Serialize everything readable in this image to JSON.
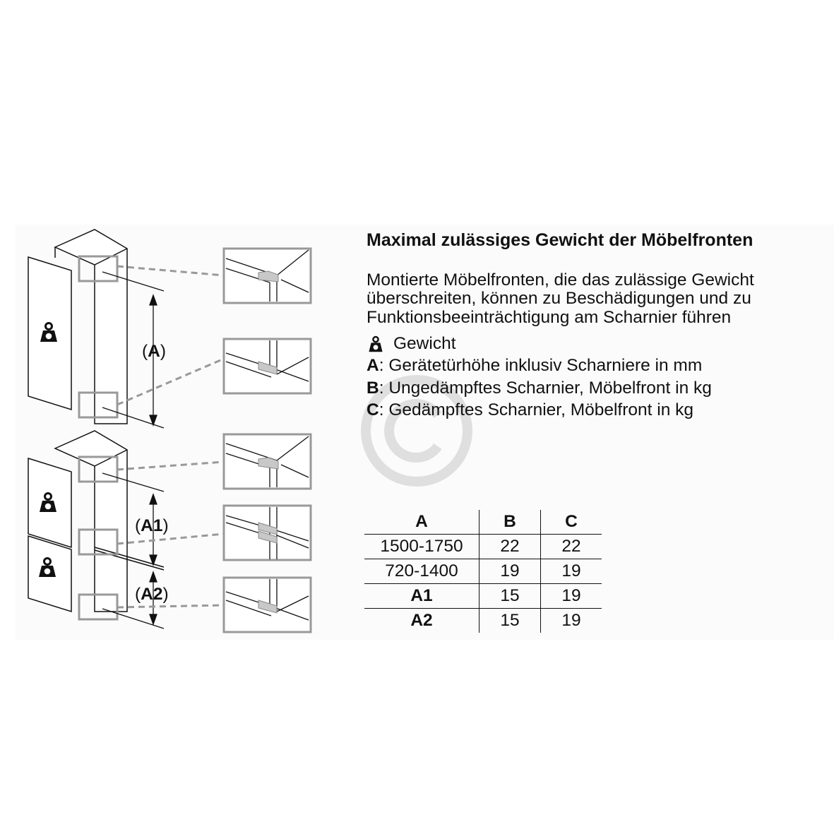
{
  "title": "Maximal zulässiges Gewicht der Möbelfronten",
  "description": [
    "Montierte Möbelfronten, die das zulässige Gewicht",
    "überschreiten, können zu Beschädigungen und zu",
    "Funktionsbeeinträchtigung am Scharnier führen"
  ],
  "legend": {
    "weight": "Gewicht",
    "a_key": "A",
    "a_text": ": Gerätetürhöhe inklusiv Scharniere in mm",
    "b_key": "B",
    "b_text": ": Ungedämpftes Scharnier, Möbelfront in kg",
    "c_key": "C",
    "c_text": ": Gedämpftes Scharnier, Möbelfront in kg"
  },
  "diagram": {
    "dim_a_open": "(",
    "dim_a": "A",
    "dim_a_close": ")",
    "dim_a1_open": "(",
    "dim_a1": "A1",
    "dim_a1_close": ")",
    "dim_a2_open": "(",
    "dim_a2": "A2",
    "dim_a2_close": ")"
  },
  "table": {
    "headers": [
      "A",
      "B",
      "C"
    ],
    "rows": [
      [
        "1500-1750",
        "22",
        "22"
      ],
      [
        "720-1400",
        "19",
        "19"
      ],
      [
        "A1",
        "15",
        "19"
      ],
      [
        "A2",
        "15",
        "19"
      ]
    ]
  },
  "colors": {
    "outline": "#111111",
    "callout": "#999999",
    "hinge": "#c8c8c8",
    "watermark": "#9a9a9a"
  }
}
